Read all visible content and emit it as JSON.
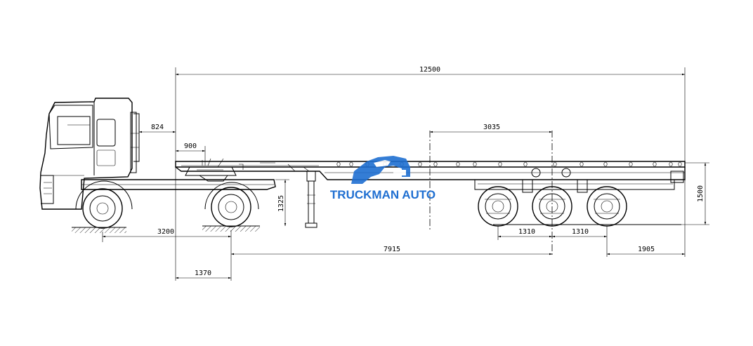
{
  "watermark": {
    "text": "TRUCKMAN AUTO",
    "color": "#1f6fd1"
  },
  "dimensions": {
    "overall_length": "12500",
    "kingpin_offset": "824",
    "fifth_wheel_dist": "900",
    "axle_group_span": "3035",
    "deck_height": "1325",
    "overall_height": "1500",
    "tractor_wheelbase": "3200",
    "axle_spacing_1": "1310",
    "axle_spacing_2": "1310",
    "kingpin_to_axle": "7915",
    "rear_overhang": "1905",
    "front_overhang": "1370"
  },
  "colors": {
    "line": "#000000",
    "background": "#ffffff"
  }
}
